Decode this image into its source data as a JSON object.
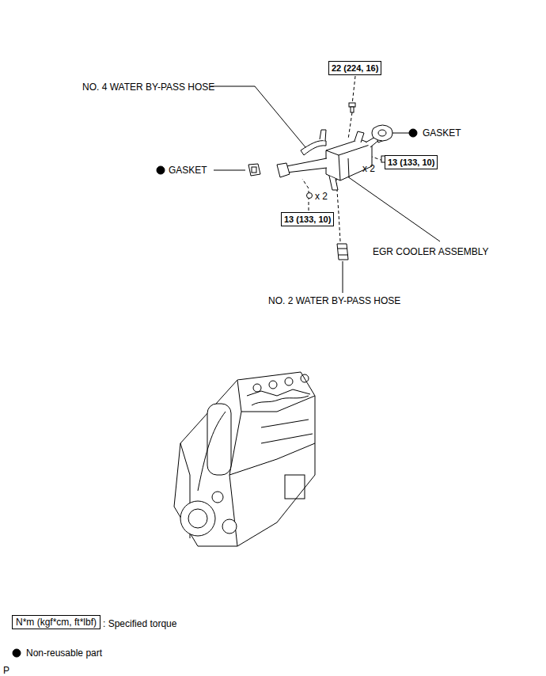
{
  "diagram": {
    "nodes": [
      {
        "text": [
          "22 (224, 16)"
        ]
      },
      {
        "text": [
          "13 (133, 10)"
        ]
      },
      {
        "text": [
          "13 (133, 10)"
        ]
      },
      {
        "text": [
          "N*m (kgf*cm, ft*lbf)"
        ]
      }
    ],
    "labels": [
      "NO. 4 WATER BY-PASS HOSE",
      "GASKET",
      "x 2",
      "GASKET",
      "x 2",
      "EGR COOLER ASSEMBLY",
      "NO. 2 WATER BY-PASS HOSE",
      "P"
    ],
    "legend": [
      {
        "text": ": Specified torque"
      },
      {
        "text": "Non-reusable part"
      }
    ]
  }
}
